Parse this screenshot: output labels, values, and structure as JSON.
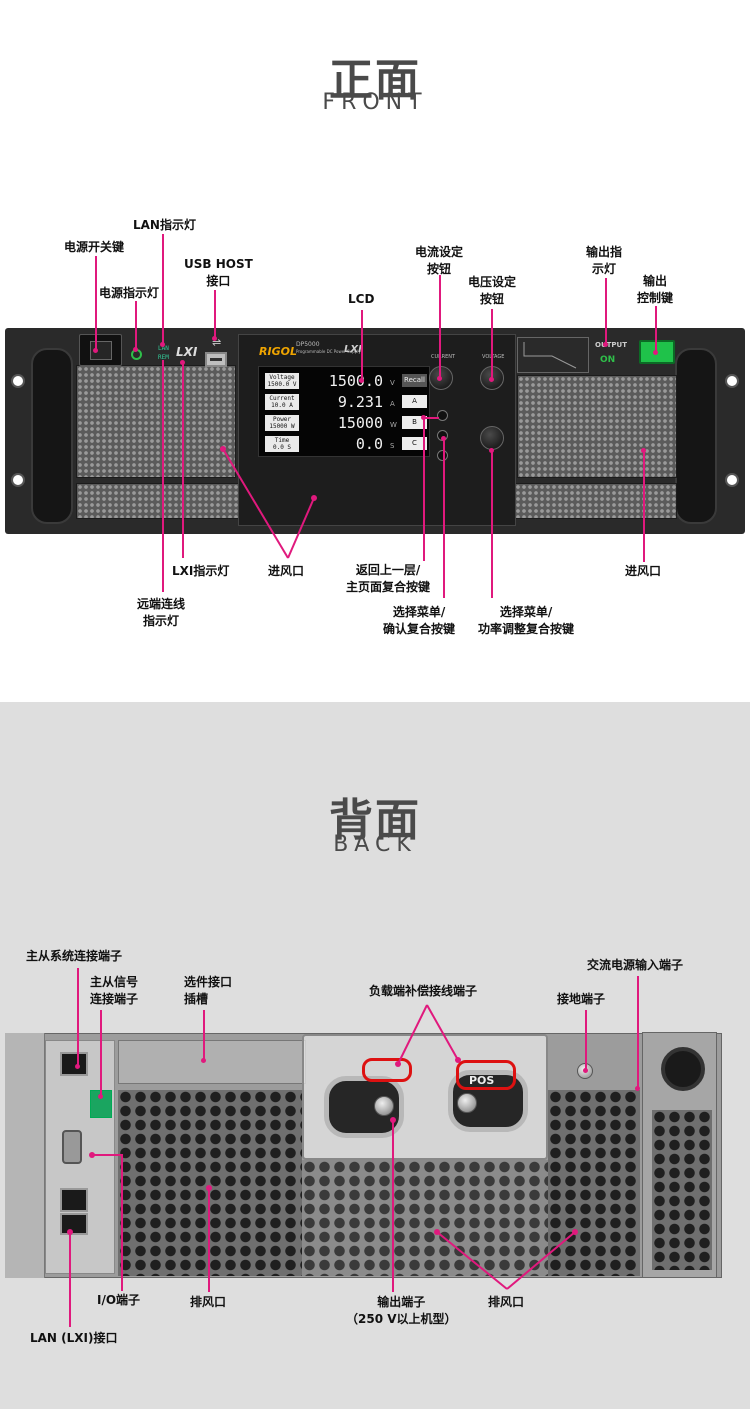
{
  "front": {
    "title_zh": "正面",
    "title_en": "FRONT",
    "labels": {
      "power_switch": "电源开关键",
      "lan_led": "LAN指示灯",
      "power_led": "电源指示灯",
      "usb_host": "USB HOST\n接口",
      "lcd": "LCD",
      "current_knob": "电流设定\n按钮",
      "voltage_knob": "电压设定\n按钮",
      "output_led": "输出指\n示灯",
      "output_key": "输出\n控制键",
      "lxi_led": "LXI指示灯",
      "intake_center": "进风口",
      "remote_led": "远端连线\n指示灯",
      "back_button": "返回上一层/\n主页面复合按键",
      "select_confirm": "选择菜单/\n确认复合按键",
      "select_power": "选择菜单/\n功率调整复合按键",
      "intake_right": "进风口"
    },
    "device": {
      "brand": "RIGOL",
      "model": "DP5000",
      "model_sub": "Programmable DC Power Supply",
      "lxi": "LXI",
      "lan": "LAN",
      "rem": "REM",
      "current_label": "CURRENT",
      "voltage_label": "VOLTAGE",
      "output": "OUTPUT",
      "on": "ON",
      "lcd": {
        "rows": [
          {
            "tab": "Voltage",
            "tab_value": "1500.0 V",
            "value": "1500.0",
            "unit": "V",
            "button": "Recall"
          },
          {
            "tab": "Current",
            "tab_value": "10.0 A",
            "value": "9.231",
            "unit": "A",
            "button": "A"
          },
          {
            "tab": "Power",
            "tab_value": "15000 W",
            "value": "15000",
            "unit": "W",
            "button": "B"
          },
          {
            "tab": "Time",
            "tab_value": "0.0 S",
            "value": "0.0",
            "unit": "S",
            "button": "C"
          }
        ]
      }
    }
  },
  "back": {
    "title_zh": "背面",
    "title_en": "BACK",
    "labels": {
      "master_slave_system": "主从系统连接端子",
      "master_slave_signal": "主从信号\n连接端子",
      "option_slot": "选件接口\n插槽",
      "load_sense": "负载端补偿接线端子",
      "ground": "接地端子",
      "ac_input": "交流电源输入端子",
      "io_port": "I/O端子",
      "exhaust_left": "排风口",
      "output_terminal": "输出端子\n（250 V以上机型）",
      "exhaust_right": "排风口",
      "lan_port": "LAN (LXI)接口"
    },
    "device": {
      "pos": "POS"
    }
  },
  "colors": {
    "leader": "#e0197d",
    "heading": "#4a4a4a",
    "back_bg": "#dedede",
    "output_button": "#1fc24a",
    "brand": "#f0a500"
  }
}
